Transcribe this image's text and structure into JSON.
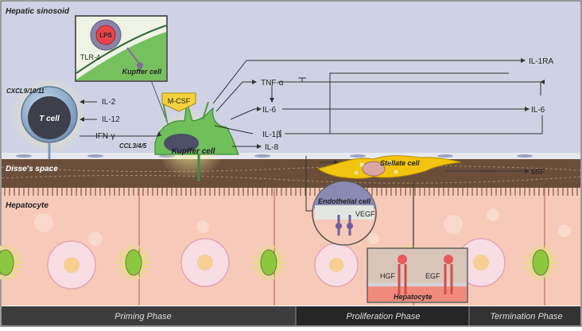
{
  "regions": {
    "sinusoid": "Hepatic sinosoid",
    "disse": "Disse's space",
    "hepatocyte": "Hepatocyte"
  },
  "inset_kupffer": {
    "lps": "LPS",
    "receptor": "TLR-4",
    "cell": "Kupffer cell"
  },
  "tcell": {
    "chemokine": "CXCL9/10/11",
    "label": "T cell"
  },
  "kupffer": {
    "label": "Kupffer cell",
    "chemokine": "CCL3/4/5",
    "mcsf": "M-CSF"
  },
  "cytokines": {
    "il2": "IL-2",
    "il12": "IL-12",
    "ifng": "IFN-γ",
    "tnfa": "TNF-α",
    "il6": "IL-6",
    "il6_right": "IL-6",
    "il1b": "IL-1β",
    "il8": "IL-8",
    "il1ra": "IL-1RA",
    "mif": "MIF"
  },
  "stellate": {
    "label": "Stellate cell"
  },
  "endothelial_inset": {
    "label": "Endothelial cell",
    "factor": "VEGF"
  },
  "hepatocyte_inset": {
    "hgf": "HGF",
    "egf": "EGF",
    "label": "Hepatocyte"
  },
  "phases": {
    "priming": "Priming Phase",
    "proliferation": "Proliferation Phase",
    "termination": "Termination Phase"
  },
  "colors": {
    "sinusoid": "#cfd2e4",
    "disse": "#6b4e3a",
    "hepatocyte": "#f6c9b8",
    "kupffer": "#6fbf5a",
    "stellate": "#f2c40f",
    "lps": "#e8454b",
    "phase_bar": "#3a3a3a"
  }
}
